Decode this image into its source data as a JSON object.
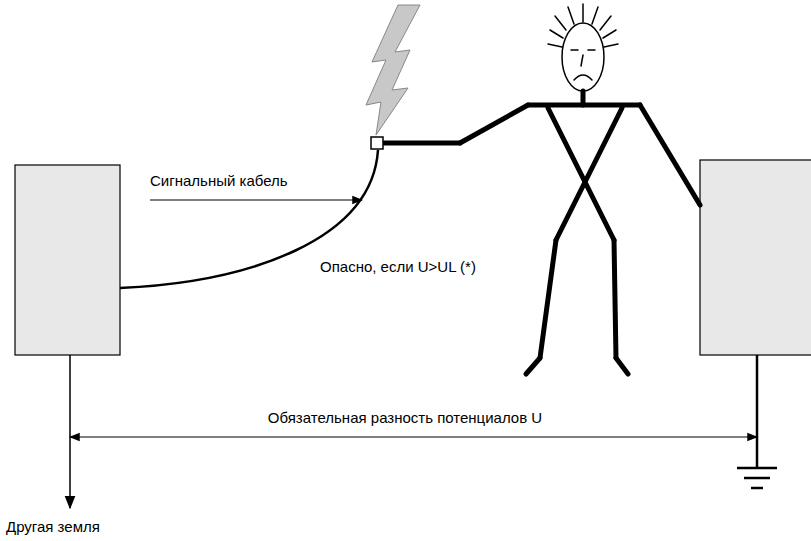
{
  "diagram": {
    "labels": [
      "Сигнальный кабель",
      "Опасно, если U>UL (*)",
      "Обязательная разность потенциалов U",
      "Другая земля"
    ]
  }
}
